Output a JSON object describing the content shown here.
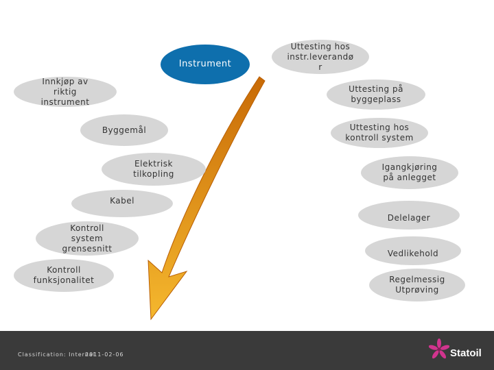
{
  "center": {
    "label": "Instrument",
    "color": "#0e6fad"
  },
  "left_nodes": [
    {
      "label": "Innkjøp av\nriktig\ninstrument"
    },
    {
      "label": "Byggemål"
    },
    {
      "label": "Elektrisk\ntilkopling"
    },
    {
      "label": "Kabel"
    },
    {
      "label": "Kontroll\nsystem\ngrensesnitt"
    },
    {
      "label": "Kontroll\nfunksjonalitet"
    }
  ],
  "right_nodes": [
    {
      "label": "Uttesting hos\ninstr.leverandø\nr"
    },
    {
      "label": "Uttesting på\nbyggeplass"
    },
    {
      "label": "Uttesting hos\nkontroll system"
    },
    {
      "label": "Igangkjøring\npå anlegget"
    },
    {
      "label": "Delelager"
    },
    {
      "label": "Vedlikehold"
    },
    {
      "label": "Regelmessig\nUtprøving"
    }
  ],
  "colors": {
    "node": "#d6d6d6",
    "arrow_top": "#c86a06",
    "arrow_bottom": "#f5b82e",
    "footer": "#3a3a3a"
  },
  "footer": {
    "classification": "Classification: Internal",
    "date": "2011-02-06",
    "logo": "Statoil",
    "logo_icon": "statoil-star-icon"
  }
}
